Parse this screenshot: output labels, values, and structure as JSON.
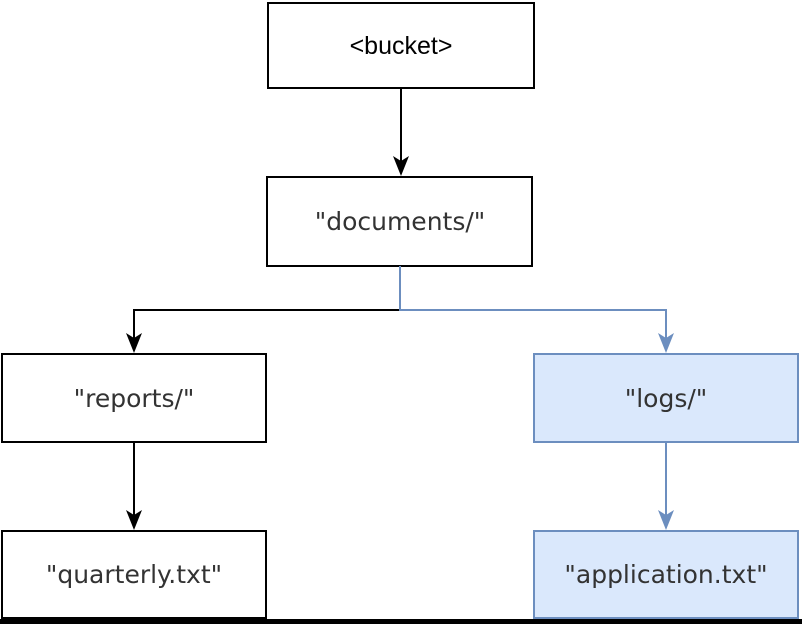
{
  "diagram": {
    "nodes": {
      "bucket": {
        "label": "<bucket>"
      },
      "documents": {
        "label": "\"documents/\""
      },
      "reports": {
        "label": "\"reports/\""
      },
      "logs": {
        "label": "\"logs/\""
      },
      "quarterly": {
        "label": "\"quarterly.txt\""
      },
      "application": {
        "label": "\"application.txt\""
      }
    },
    "colors": {
      "default_fill": "#ffffff",
      "default_stroke": "#000000",
      "highlight_fill": "#dae8fc",
      "highlight_stroke": "#6c8ebf",
      "default_arrow": "#000000",
      "highlight_arrow": "#6c8ebf",
      "text_default": "#333333",
      "text_bucket": "#000000",
      "bottom_edge": "#000000"
    }
  }
}
